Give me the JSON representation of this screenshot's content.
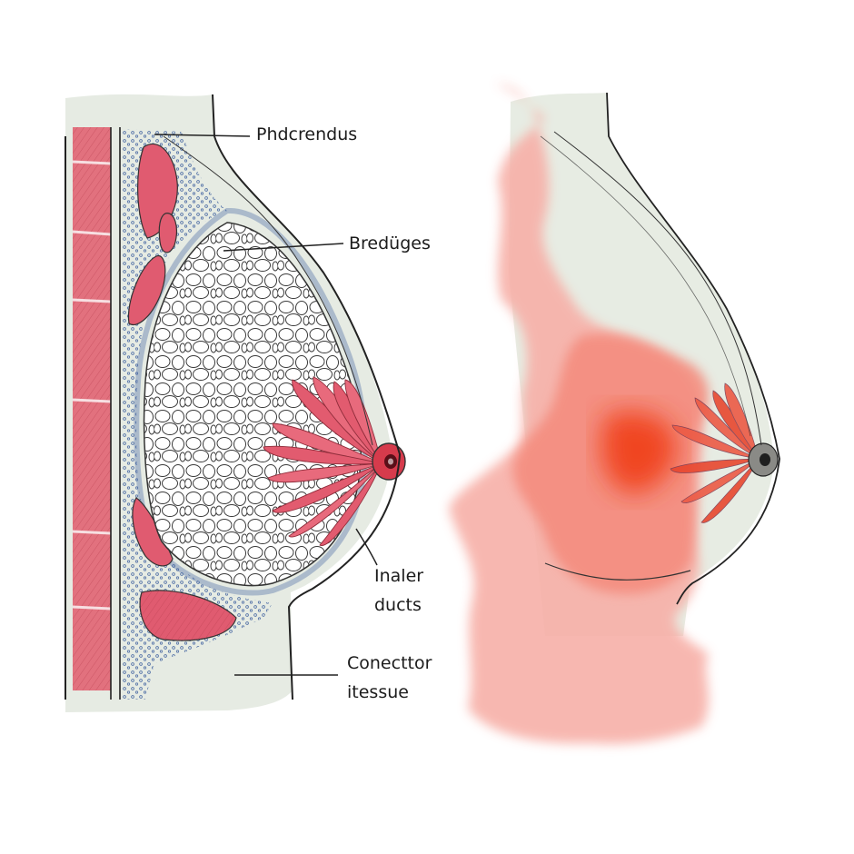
{
  "labels": {
    "top": "Phdcrendus",
    "middle": "Bredüges",
    "ducts_line1": "Inaler",
    "ducts_line2": "ducts",
    "connective_line1": "Conecttor",
    "connective_line2": "itessue"
  },
  "colors": {
    "muscle": "#e2717e",
    "muscle_dark": "#c4505e",
    "lobule": "#e05b70",
    "nipple": "#d63b4c",
    "skin": "#e6ebe3",
    "watercolor_light": "#f7b0a8",
    "watercolor_mid": "#f48a7c",
    "watercolor_hot": "#f0421e",
    "fat_stipple": "#3d5f9e",
    "ink": "#222222"
  }
}
